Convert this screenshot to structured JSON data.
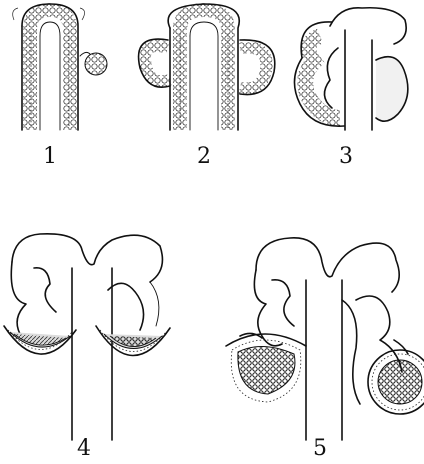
{
  "stages": [
    {
      "label": "1"
    },
    {
      "label": "2"
    },
    {
      "label": "3"
    },
    {
      "label": "4"
    },
    {
      "label": "5"
    }
  ],
  "colors": {
    "ink": "#111111",
    "background": "#ffffff"
  }
}
